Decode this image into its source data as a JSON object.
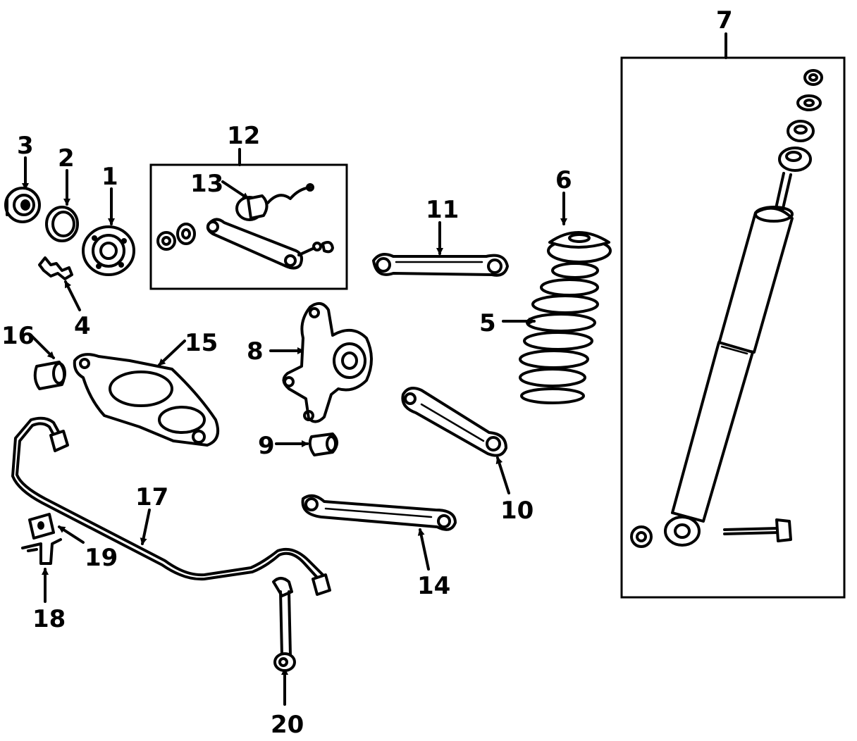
{
  "diagram": {
    "callouts": [
      {
        "id": "c1",
        "text": "1"
      },
      {
        "id": "c2",
        "text": "2"
      },
      {
        "id": "c3",
        "text": "3"
      },
      {
        "id": "c4",
        "text": "4"
      },
      {
        "id": "c5",
        "text": "5"
      },
      {
        "id": "c6",
        "text": "6"
      },
      {
        "id": "c7",
        "text": "7"
      },
      {
        "id": "c8",
        "text": "8"
      },
      {
        "id": "c9",
        "text": "9"
      },
      {
        "id": "c10",
        "text": "10"
      },
      {
        "id": "c11",
        "text": "11"
      },
      {
        "id": "c12",
        "text": "12"
      },
      {
        "id": "c13",
        "text": "13"
      },
      {
        "id": "c14",
        "text": "14"
      },
      {
        "id": "c15",
        "text": "15"
      },
      {
        "id": "c16",
        "text": "16"
      },
      {
        "id": "c17",
        "text": "17"
      },
      {
        "id": "c18",
        "text": "18"
      },
      {
        "id": "c19",
        "text": "19"
      },
      {
        "id": "c20",
        "text": "20"
      }
    ]
  }
}
